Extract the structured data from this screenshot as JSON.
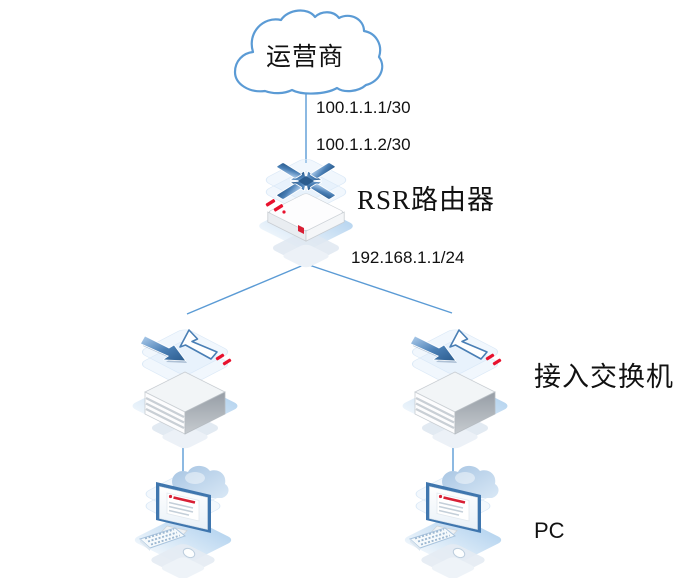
{
  "diagram": {
    "type": "network-topology",
    "cloud": {
      "label": "运营商"
    },
    "router": {
      "label": "RSR路由器"
    },
    "access_switches": {
      "label": "接入交换机",
      "count": 2
    },
    "pcs": {
      "label": "PC",
      "count": 2
    },
    "ip_labels": {
      "isp_uplink": "100.1.1.1/30",
      "router_wan": "100.1.1.2/30",
      "router_lan": "192.168.1.1/24"
    },
    "colors": {
      "connector": "#5b9bd5",
      "cloud_outline": "#5b9bd5",
      "text": "#111111",
      "icon_blue_dark": "#2b5c8e",
      "icon_blue_light": "#bcd7f0",
      "box_gray": "#9aa1a8",
      "accent_red": "#e8112d"
    }
  }
}
